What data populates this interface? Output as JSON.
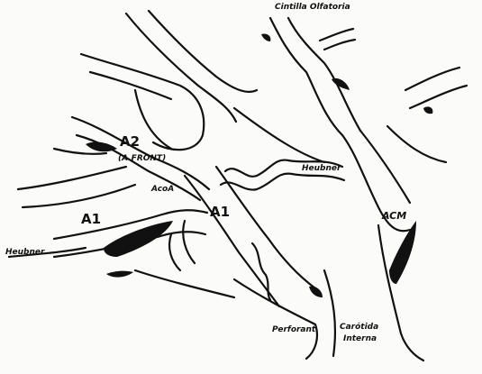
{
  "labels": {
    "cintilla_olfatoria": "Cintilla Olfatoria",
    "a2": "A2",
    "a2_sub": "(A.FRONT)",
    "acoa": "AcoA",
    "heubner_right": "Heubner",
    "heubner_left": "Heubner",
    "a1_left": "A1",
    "a1_center": "A1",
    "acm": "ACM",
    "perforantes": "Perforant.",
    "carotida_line1": "Carótida",
    "carotida_line2": "Interna"
  },
  "colors": {
    "ink": "#111111",
    "paper": "#fbfbf9"
  }
}
